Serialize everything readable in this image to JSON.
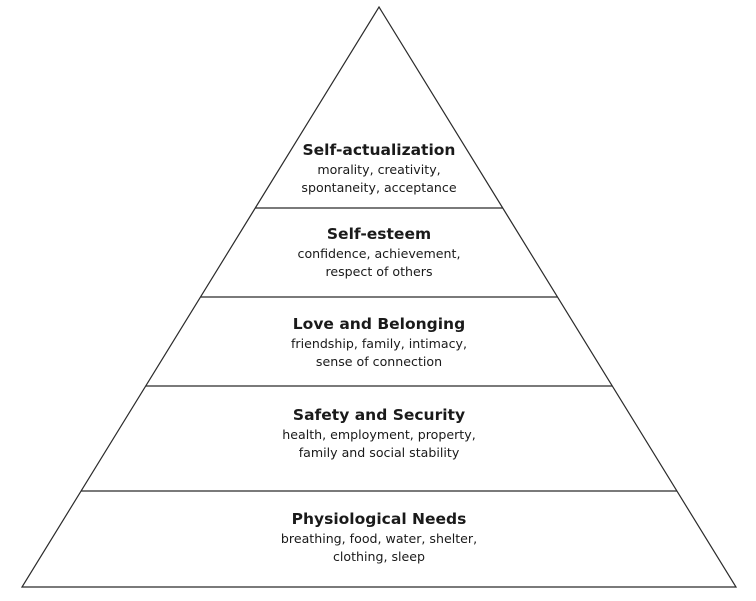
{
  "pyramid": {
    "levels": [
      {
        "title": "Self-actualization",
        "lines": [
          "morality, creativity,",
          "spontaneity, acceptance"
        ]
      },
      {
        "title": "Self-esteem",
        "lines": [
          "confidence, achievement,",
          "respect of others"
        ]
      },
      {
        "title": "Love and Belonging",
        "lines": [
          "friendship, family, intimacy,",
          "sense of connection"
        ]
      },
      {
        "title": "Safety and Security",
        "lines": [
          "health, employment, property,",
          "family and social stability"
        ]
      },
      {
        "title": "Physiological Needs",
        "lines": [
          "breathing, food, water, shelter,",
          "clothing, sleep"
        ]
      }
    ],
    "stroke_color": "#2b2b2b",
    "text_color": "#1a1a1a"
  }
}
